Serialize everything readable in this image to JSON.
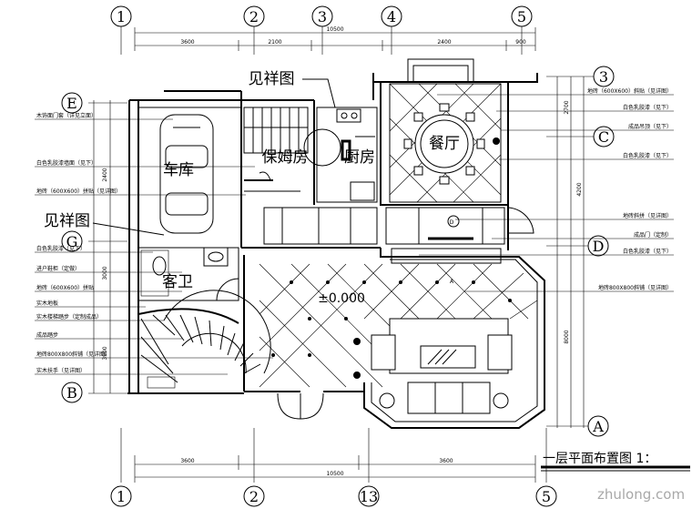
{
  "grid_axes": {
    "top": [
      "1",
      "2",
      "3",
      "4",
      "5"
    ],
    "bottom": [
      "1",
      "2",
      "13",
      "5"
    ],
    "left": [
      "E",
      "G",
      "B"
    ],
    "right": [
      "3",
      "C",
      "D",
      "A"
    ]
  },
  "dimensions": {
    "top_segments": [
      "3600",
      "2100",
      "2400",
      "900"
    ],
    "top_overall": "10500",
    "bottom_segments": [
      "3600",
      "3600"
    ],
    "bottom_overall": "10500",
    "left_segments": [
      "2400",
      "3000",
      "3900"
    ],
    "right_segments": [
      "2700",
      "4200",
      "8000"
    ]
  },
  "rooms": {
    "garage": "车库",
    "maid_room": "保姆房",
    "kitchen": "厨房",
    "dining": "餐厅",
    "guest_bath": "客卫"
  },
  "callouts": {
    "detail_top": "见祥图",
    "detail_left": "见祥图"
  },
  "level_mark": "±0.000",
  "section_marks": [
    "D",
    "A",
    "A"
  ],
  "left_notes": [
    "木饰面门套（详见立面）",
    "白色乳胶漆墙面（见下）",
    "地砖（600X600）拼贴（见详图）",
    "白色乳胶漆（见下）",
    "进户鞋柜（定做）",
    "地砖（600X600）拼贴",
    "实木地板",
    "实木楼梯踏步（定制成品）",
    "成品踏步",
    "地砖800X800斜铺（见详图）",
    "实木扶手（见详图）"
  ],
  "right_notes": [
    "地砖（600X600）斜贴（见详图）",
    "白色乳胶漆（见下）",
    "成品吊顶（见下）",
    "白色乳胶漆（见下）",
    "地砖斜拼（见详图）",
    "成品门（定制）",
    "白色乳胶漆（见下）",
    "地砖800X800斜铺（见详图）"
  ],
  "title": "一层平面布置图 1：",
  "watermark": "zhulong.com"
}
